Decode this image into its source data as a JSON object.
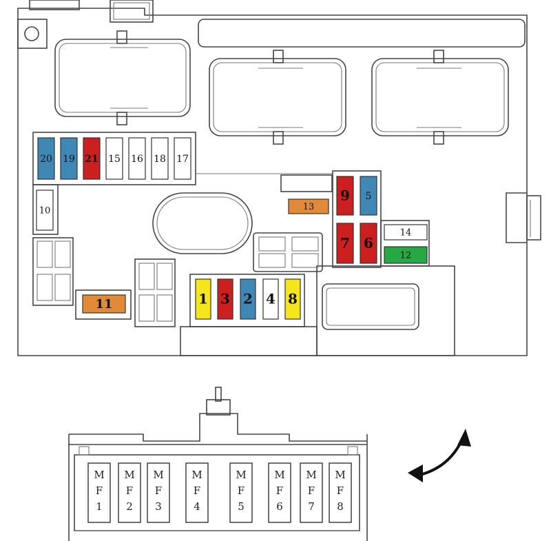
{
  "colors": {
    "blue": "#3f87b5",
    "red": "#cc1f1f",
    "white": "#ffffff",
    "orange": "#e08a3a",
    "yellow": "#f4e61a",
    "green": "#28a745"
  },
  "fuses_top_row": [
    {
      "label": "20",
      "color": "blue"
    },
    {
      "label": "19",
      "color": "blue"
    },
    {
      "label": "21",
      "color": "red"
    },
    {
      "label": "15",
      "color": "white"
    },
    {
      "label": "16",
      "color": "white"
    },
    {
      "label": "18",
      "color": "white"
    },
    {
      "label": "17",
      "color": "white"
    }
  ],
  "fuse_10": {
    "label": "10",
    "color": "white"
  },
  "fuse_13": {
    "label": "13",
    "color": "orange"
  },
  "fuse_11": {
    "label": "11",
    "color": "orange"
  },
  "fuse_9": {
    "label": "9",
    "color": "red"
  },
  "fuse_5": {
    "label": "5",
    "color": "blue"
  },
  "fuse_7": {
    "label": "7",
    "color": "red"
  },
  "fuse_6": {
    "label": "6",
    "color": "red"
  },
  "fuse_14": {
    "label": "14",
    "color": "white"
  },
  "fuse_12": {
    "label": "12",
    "color": "green"
  },
  "fuses_center_row": [
    {
      "label": "1",
      "color": "yellow"
    },
    {
      "label": "3",
      "color": "red"
    },
    {
      "label": "2",
      "color": "blue"
    },
    {
      "label": "4",
      "color": "white"
    },
    {
      "label": "8",
      "color": "yellow"
    }
  ],
  "maxi_fuses": [
    {
      "l1": "M",
      "l2": "F",
      "l3": "1"
    },
    {
      "l1": "M",
      "l2": "F",
      "l3": "2"
    },
    {
      "l1": "M",
      "l2": "F",
      "l3": "3"
    },
    {
      "l1": "M",
      "l2": "F",
      "l3": "4"
    },
    {
      "l1": "M",
      "l2": "F",
      "l3": "5"
    },
    {
      "l1": "M",
      "l2": "F",
      "l3": "6"
    },
    {
      "l1": "M",
      "l2": "F",
      "l3": "7"
    },
    {
      "l1": "M",
      "l2": "F",
      "l3": "8"
    }
  ]
}
